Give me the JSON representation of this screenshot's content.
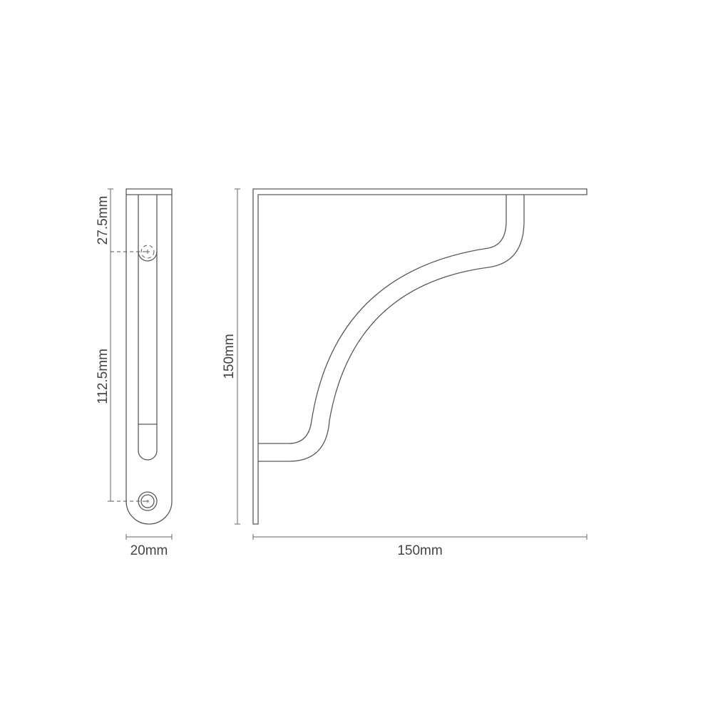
{
  "dimensions": {
    "side_top_hole": "27.5mm",
    "side_hole_spacing": "112.5mm",
    "side_width": "20mm",
    "front_height": "150mm",
    "front_width": "150mm"
  },
  "colors": {
    "line": "#5a5a5a",
    "text": "#444444",
    "background": "#ffffff"
  }
}
